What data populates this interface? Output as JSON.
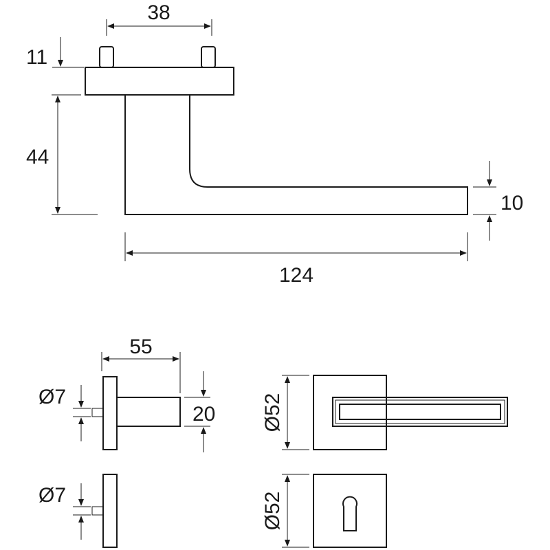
{
  "drawing": {
    "dim_top_width": "38",
    "dim_rose_thickness": "11",
    "dim_height": "44",
    "dim_lever_thickness": "10",
    "dim_lever_length": "124",
    "dim_side_length": "55",
    "dim_pin_dia_1": "Ø7",
    "dim_side_height": "20",
    "dim_rose_dia_1": "Ø52",
    "dim_pin_dia_2": "Ø7",
    "dim_rose_dia_2": "Ø52"
  }
}
